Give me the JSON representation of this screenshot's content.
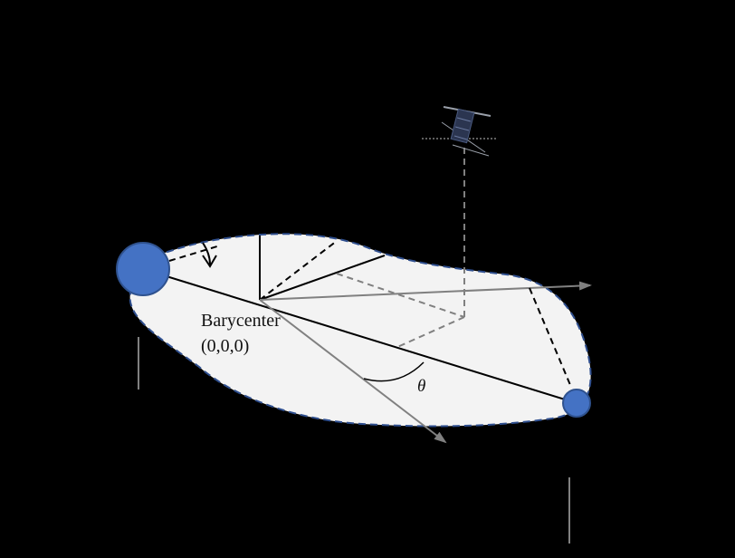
{
  "diagram": {
    "barycenter_label": "Barycenter",
    "barycenter_coords": "(0,0,0)",
    "angle_label": "θ",
    "colors": {
      "background": "#000000",
      "plane_fill": "#f3f3f3",
      "plane_outline": "#2f4f8f",
      "body_fill": "#4472c4",
      "body_stroke": "#2f528f",
      "axis_arrow": "#7f7f7f",
      "line": "#000000"
    },
    "icons": [
      "satellite-icon"
    ]
  }
}
